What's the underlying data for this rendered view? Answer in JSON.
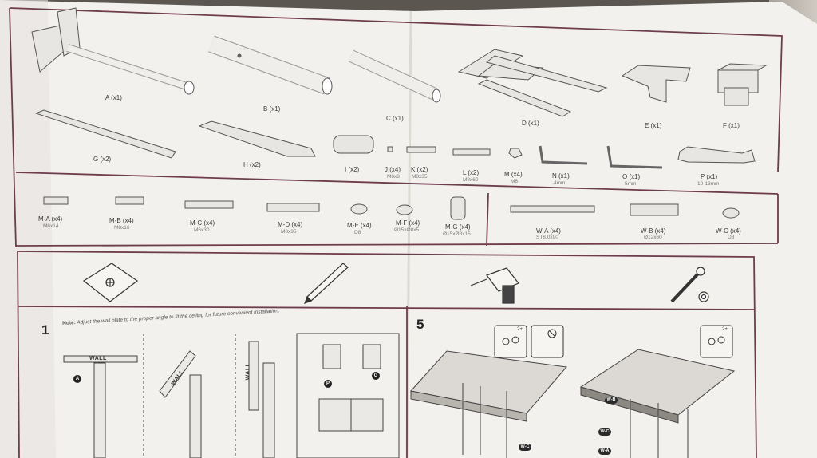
{
  "parts": [
    {
      "label": "A (x1)",
      "size": ""
    },
    {
      "label": "B (x1)",
      "size": ""
    },
    {
      "label": "C (x1)",
      "size": ""
    },
    {
      "label": "D (x1)",
      "size": ""
    },
    {
      "label": "E (x1)",
      "size": ""
    },
    {
      "label": "F (x1)",
      "size": ""
    },
    {
      "label": "G (x2)",
      "size": ""
    },
    {
      "label": "H (x2)",
      "size": ""
    },
    {
      "label": "I (x2)",
      "size": ""
    },
    {
      "label": "J (x4)",
      "size": "M6x8"
    },
    {
      "label": "K (x2)",
      "size": "M8x35"
    },
    {
      "label": "L (x2)",
      "size": "M8x60"
    },
    {
      "label": "M (x4)",
      "size": "M8"
    },
    {
      "label": "N (x1)",
      "size": "4mm"
    },
    {
      "label": "O (x1)",
      "size": "5mm"
    },
    {
      "label": "P (x1)",
      "size": "10-13mm"
    }
  ],
  "hardware": [
    {
      "label": "M-A (x4)",
      "size": "M6x14"
    },
    {
      "label": "M-B (x4)",
      "size": "M8x16"
    },
    {
      "label": "M-C (x4)",
      "size": "M6x30"
    },
    {
      "label": "M-D (x4)",
      "size": "M8x35"
    },
    {
      "label": "M-E (x4)",
      "size": "D8"
    },
    {
      "label": "M-F (x4)",
      "size": "Ø15xØ8x5"
    },
    {
      "label": "M-G (x4)",
      "size": "Ø15xØ8x15"
    }
  ],
  "wall_hardware": [
    {
      "label": "W-A (x4)",
      "size": "ST8.0x90"
    },
    {
      "label": "W-B (x4)",
      "size": "Ø12x60"
    },
    {
      "label": "W-C (x4)",
      "size": "D8"
    }
  ],
  "tools_icons": [
    "template-icon",
    "pencil-icon",
    "drill-icon",
    "wrench-icon"
  ],
  "step1": {
    "number": "1",
    "note_label": "Note:",
    "note_text": "Adjust the wall plate to the proper angle to fit the ceiling for future convenient installation.",
    "wall_label": "WALL",
    "marker_a": "A",
    "marker_p": "P",
    "marker_g": "G"
  },
  "step5": {
    "number": "5",
    "persons_badge": "2+",
    "badges": [
      "W-C",
      "W-B",
      "W-C",
      "W-A"
    ]
  }
}
